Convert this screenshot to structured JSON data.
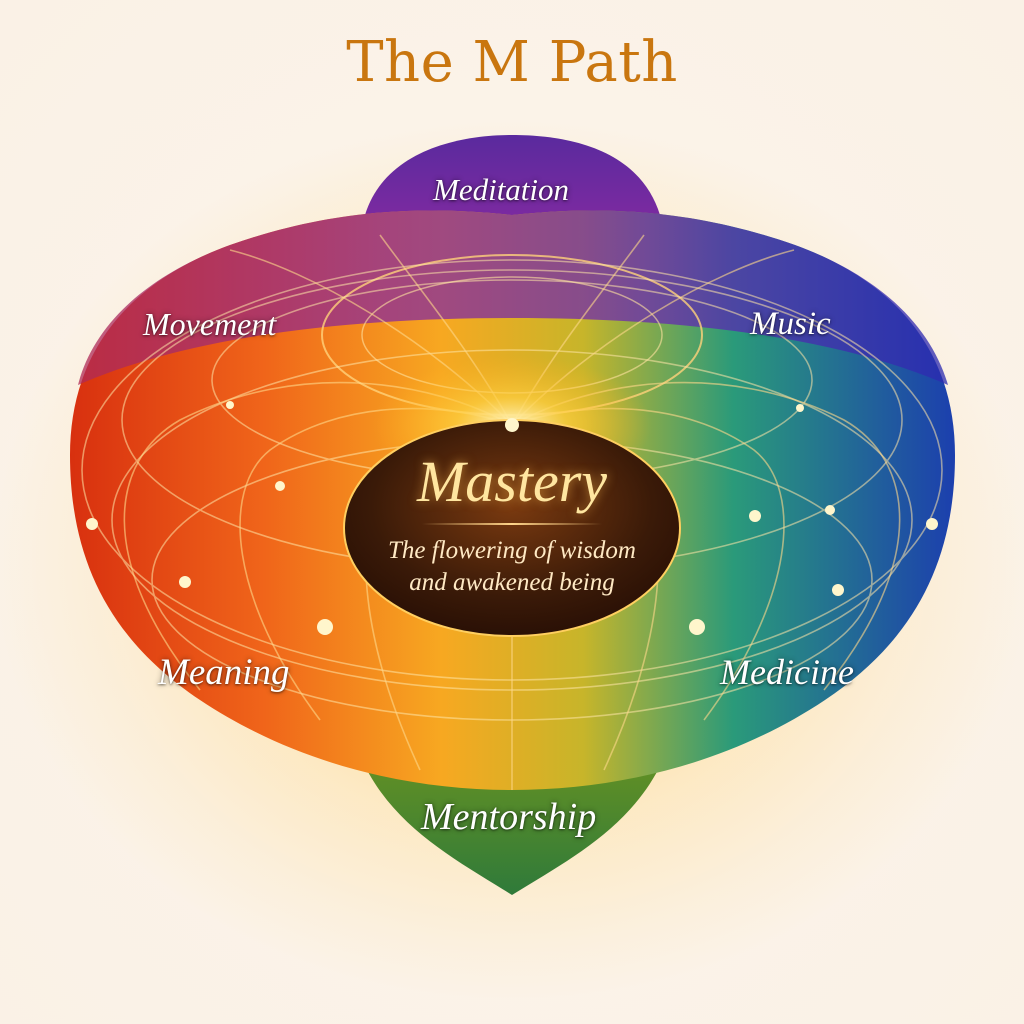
{
  "title": "The M Path",
  "segments": {
    "meditation": "Meditation",
    "movement": "Movement",
    "music": "Music",
    "meaning": "Meaning",
    "medicine": "Medicine",
    "mentorship": "Mentorship"
  },
  "center": {
    "title": "Mastery",
    "subtitle_line1": "The flowering of wisdom",
    "subtitle_line2": "and awakened being"
  },
  "colors": {
    "title": "#c9760f",
    "meditation": "#6a2aa0",
    "movement": "#e0461a",
    "music": "#2244b0",
    "meaning": "#f0a020",
    "medicine": "#1f8a6a",
    "mentorship": "#4a8a2a",
    "core": "#3a1a08"
  }
}
